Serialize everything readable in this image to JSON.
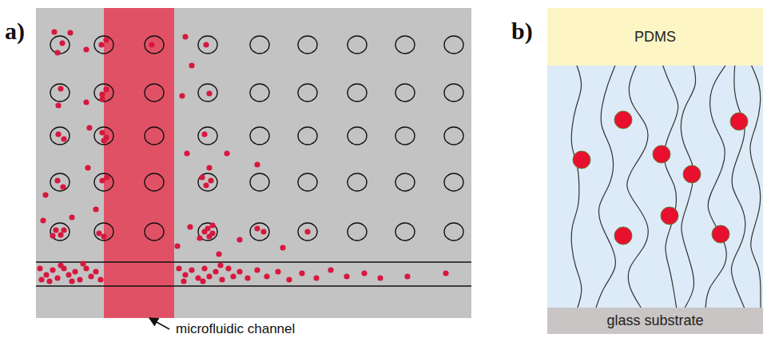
{
  "diagram": {
    "nodes": [
      {
        "text": [
          "PDMS"
        ]
      },
      {
        "text": [
          "glass substrate"
        ]
      }
    ],
    "labels": [
      "a)",
      "b)",
      "microfluidic channel"
    ]
  }
}
